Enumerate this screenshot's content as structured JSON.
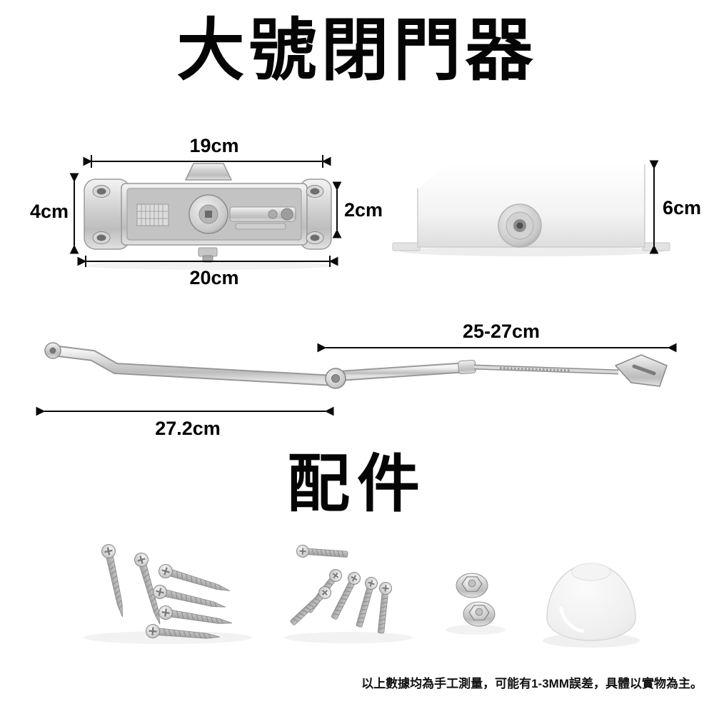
{
  "title": "大號閉門器",
  "dimensions": {
    "body_width_top": "19cm",
    "body_height_left": "4cm",
    "end_plate_height": "2cm",
    "body_width_bottom": "20cm",
    "cover_height": "6cm",
    "forearm_rod_length": "25-27cm",
    "main_arm_length": "27.2cm"
  },
  "accessories": {
    "heading": "配件",
    "item_names": [
      "self-tapping-screws",
      "machine-screws",
      "hex-washer-bolts",
      "plastic-end-cap"
    ]
  },
  "disclaimer": "以上數據均為手工測量，可能有1-3MM誤差，具體以實物為主。",
  "colors": {
    "background": "#ffffff",
    "text": "#000000",
    "metal_light": "#f2f2f2",
    "metal_dark": "#9a9a9a"
  }
}
